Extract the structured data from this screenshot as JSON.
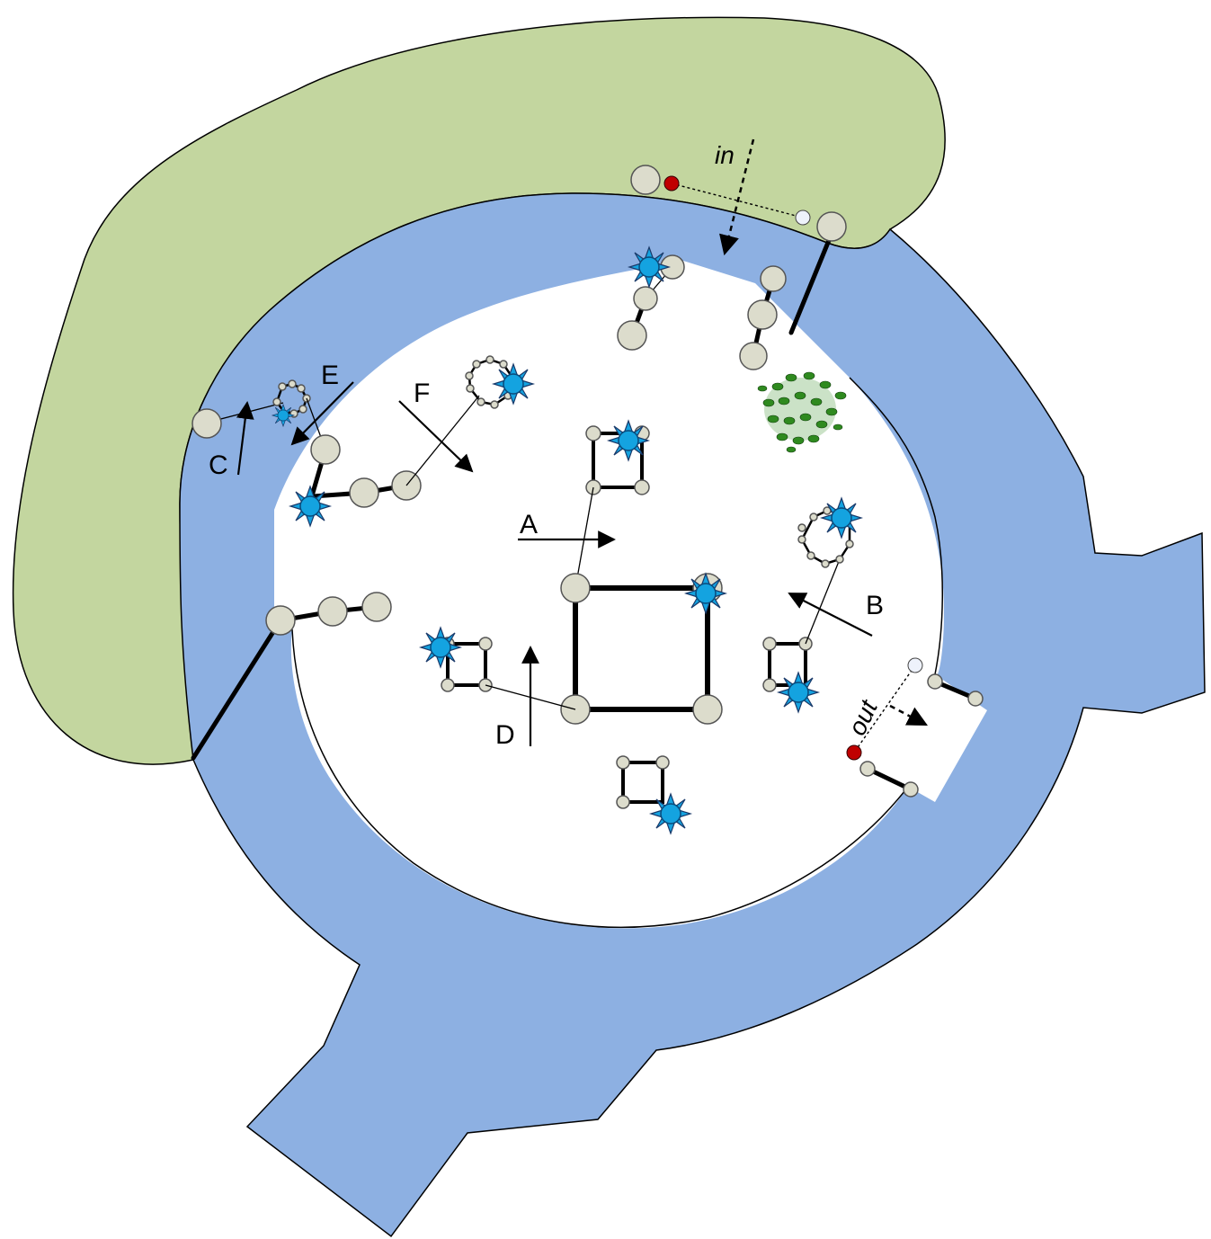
{
  "diagram": {
    "labels": {
      "a": "A",
      "b": "B",
      "c": "C",
      "d": "D",
      "e": "E",
      "f": "F",
      "in": "in",
      "out": "out"
    },
    "colors": {
      "green_region": "#c3d69f",
      "blue_ring": "#8db0e2",
      "inner_area": "#ffffff",
      "node_fill": "#dcdccc",
      "blue_star": "#14a3e0",
      "red_dot": "#c00000",
      "shrub_green": "#2f8a1f"
    },
    "icons": [
      "blue-star-icon",
      "red-dot-icon",
      "shrub-icon",
      "arrow-icon"
    ]
  }
}
